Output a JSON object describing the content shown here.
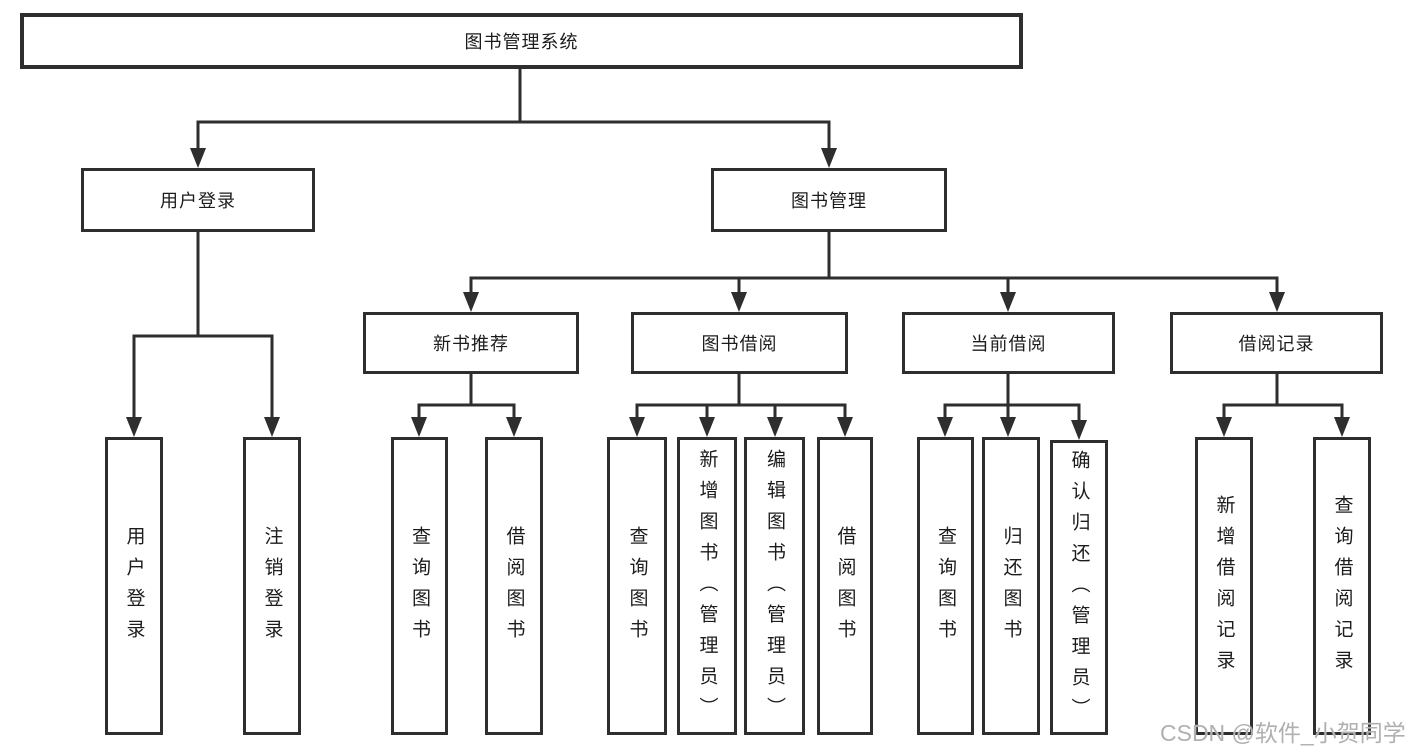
{
  "root": {
    "label": "图书管理系统"
  },
  "level2": [
    {
      "label": "用户登录"
    },
    {
      "label": "图书管理"
    }
  ],
  "level3": [
    {
      "label": "新书推荐"
    },
    {
      "label": "图书借阅"
    },
    {
      "label": "当前借阅"
    },
    {
      "label": "借阅记录"
    }
  ],
  "leaves": [
    {
      "label": "用户登录"
    },
    {
      "label": "注销登录"
    },
    {
      "label": "查询图书"
    },
    {
      "label": "借阅图书"
    },
    {
      "label": "查询图书"
    },
    {
      "label": "新增图书（管理员）"
    },
    {
      "label": "编辑图书（管理员）"
    },
    {
      "label": "借阅图书"
    },
    {
      "label": "查询图书"
    },
    {
      "label": "归还图书"
    },
    {
      "label": "确认归还（管理员）"
    },
    {
      "label": "新增借阅记录"
    },
    {
      "label": "查询借阅记录"
    }
  ],
  "watermark": "CSDN @软件_小贺同学",
  "colors": {
    "line": "#2e2e2e",
    "text": "#1c1c1c",
    "watermark": "#b0b0b0",
    "background": "#ffffff"
  }
}
